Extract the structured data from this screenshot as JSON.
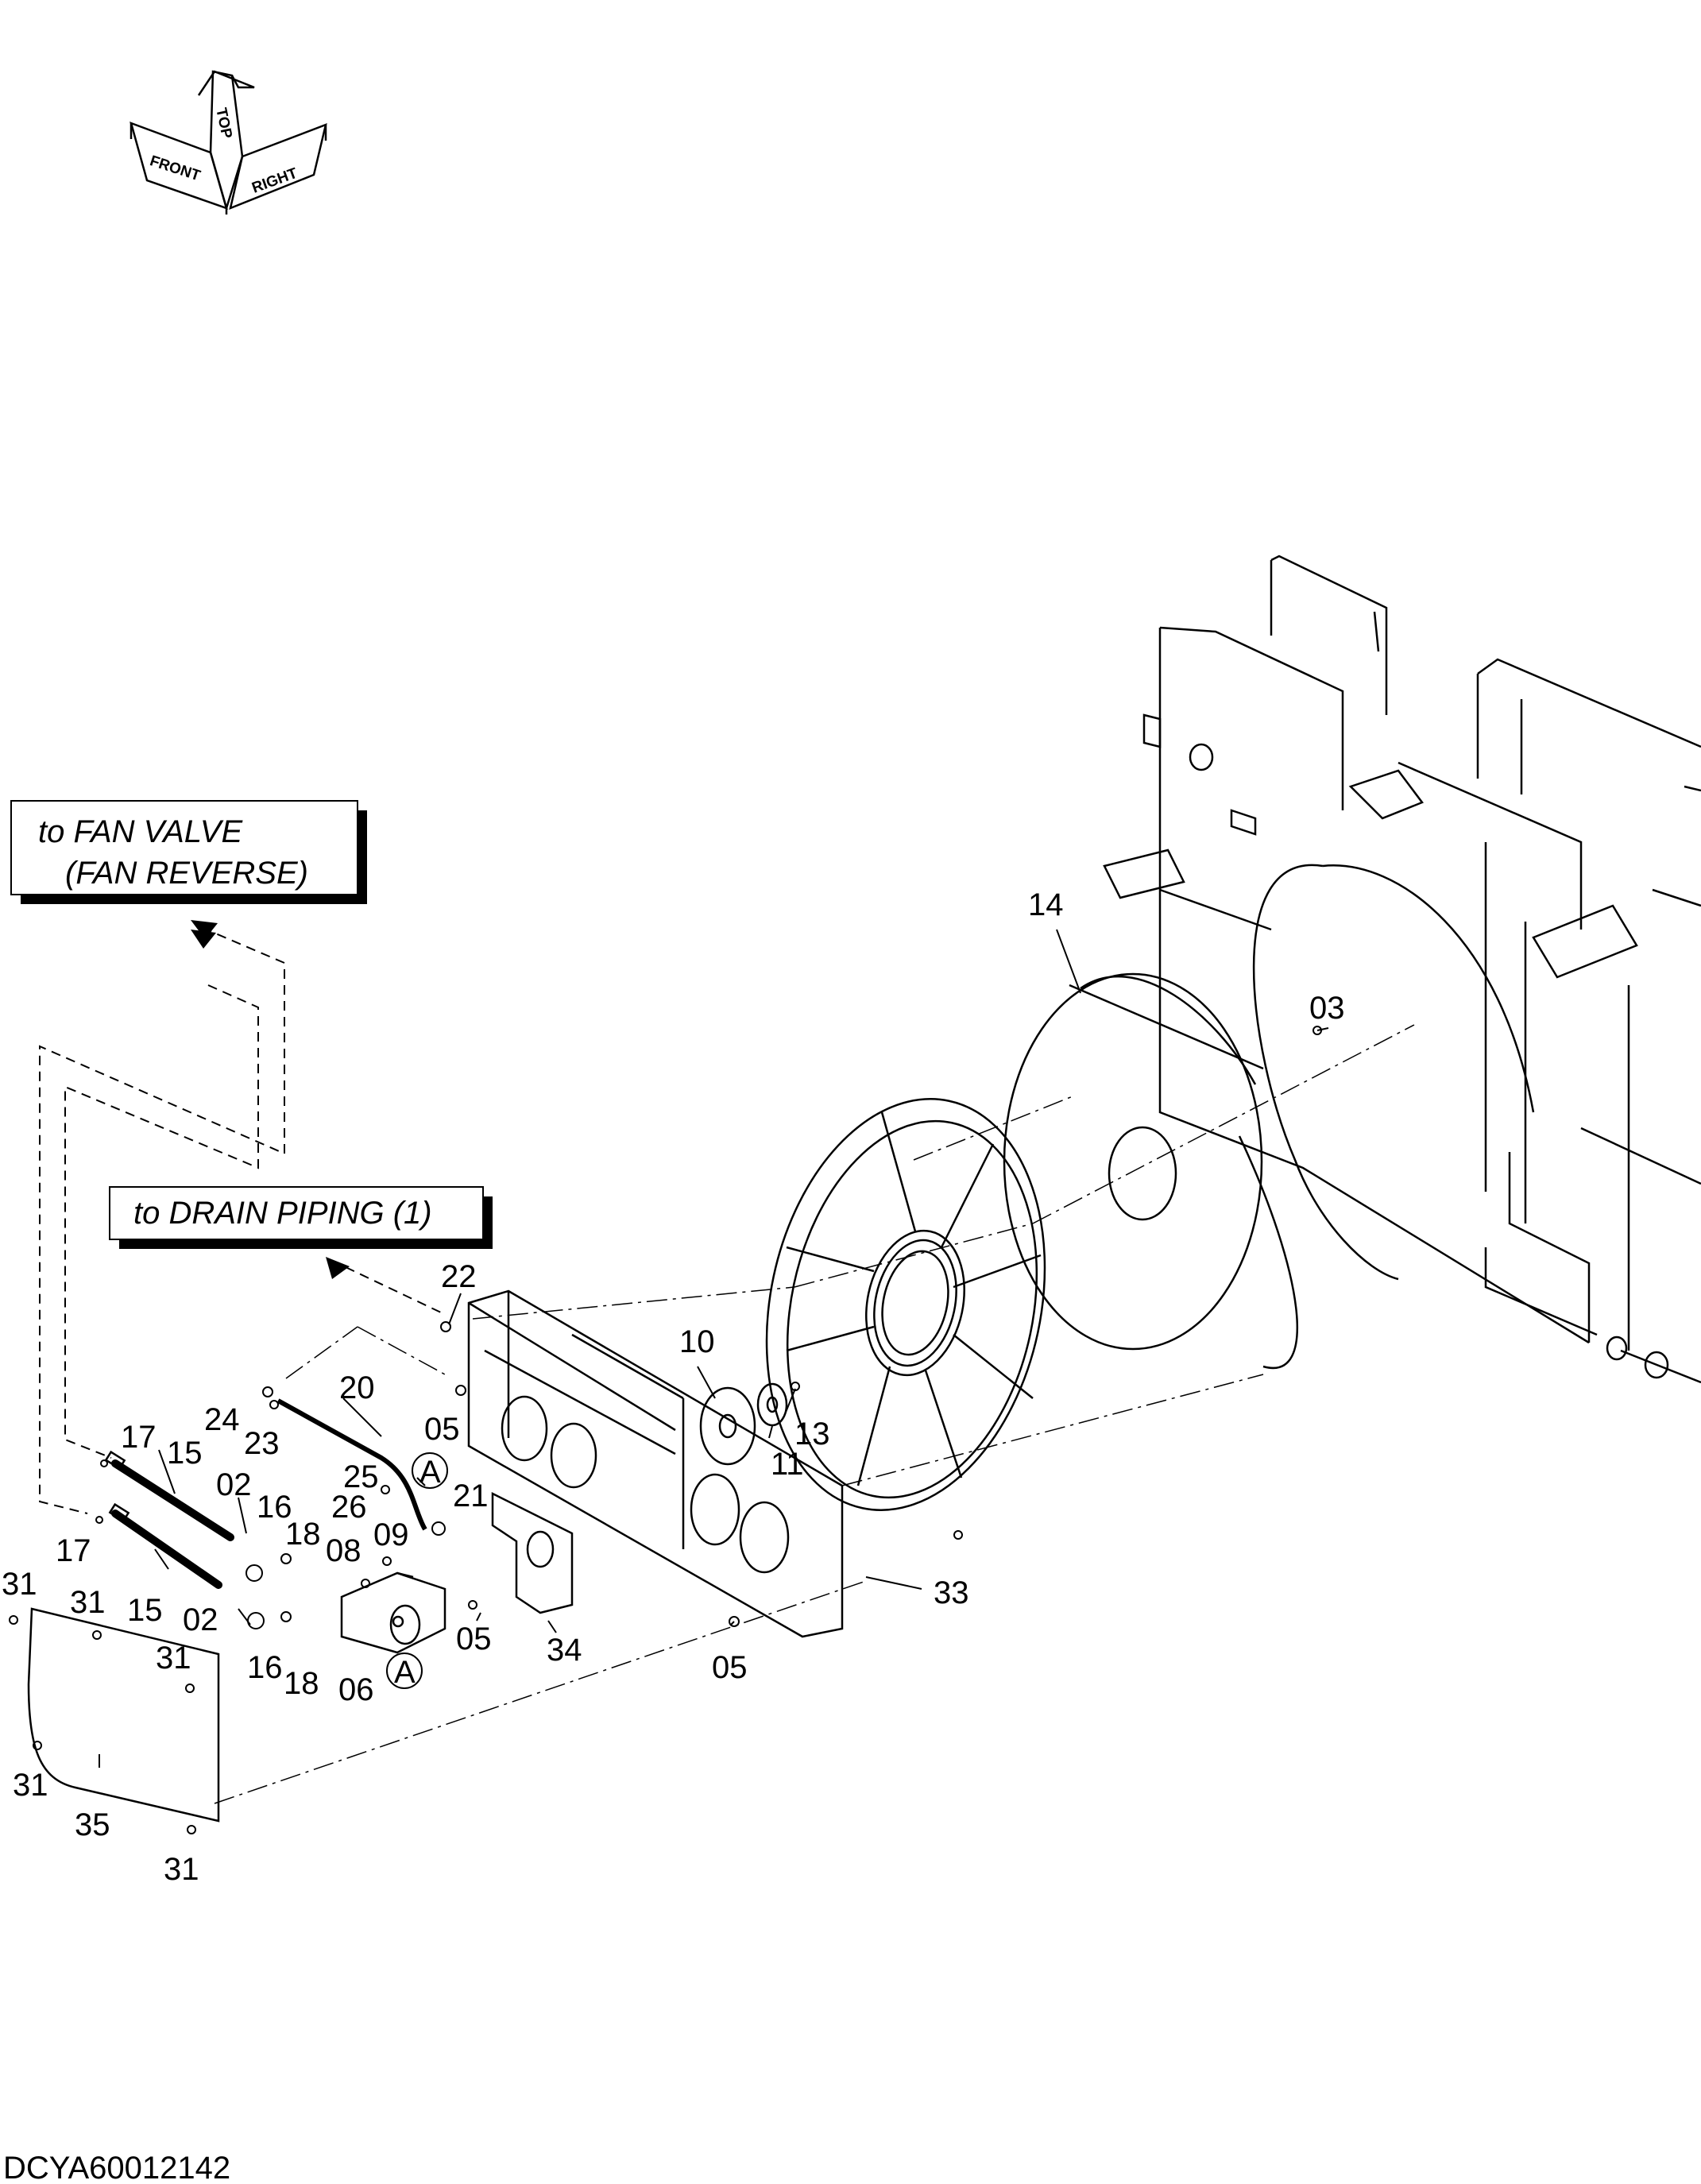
{
  "orientation": {
    "front": "FRONT",
    "top": "TOP",
    "right": "RIGHT"
  },
  "callouts": {
    "fan_valve_line1": "to FAN  VALVE",
    "fan_valve_line2": "(FAN  REVERSE)",
    "drain_piping": "to DRAIN  PIPING  (1)"
  },
  "ref_marker": "A",
  "parts": {
    "p02": "02",
    "p03": "03",
    "p05": "05",
    "p06": "06",
    "p08": "08",
    "p09": "09",
    "p10": "10",
    "p11": "11",
    "p13": "13",
    "p14": "14",
    "p15": "15",
    "p16": "16",
    "p17": "17",
    "p18": "18",
    "p20": "20",
    "p21": "21",
    "p22": "22",
    "p23": "23",
    "p24": "24",
    "p25": "25",
    "p26": "26",
    "p31": "31",
    "p33": "33",
    "p34": "34",
    "p35": "35"
  },
  "drawing_code": "DCYA60012142"
}
